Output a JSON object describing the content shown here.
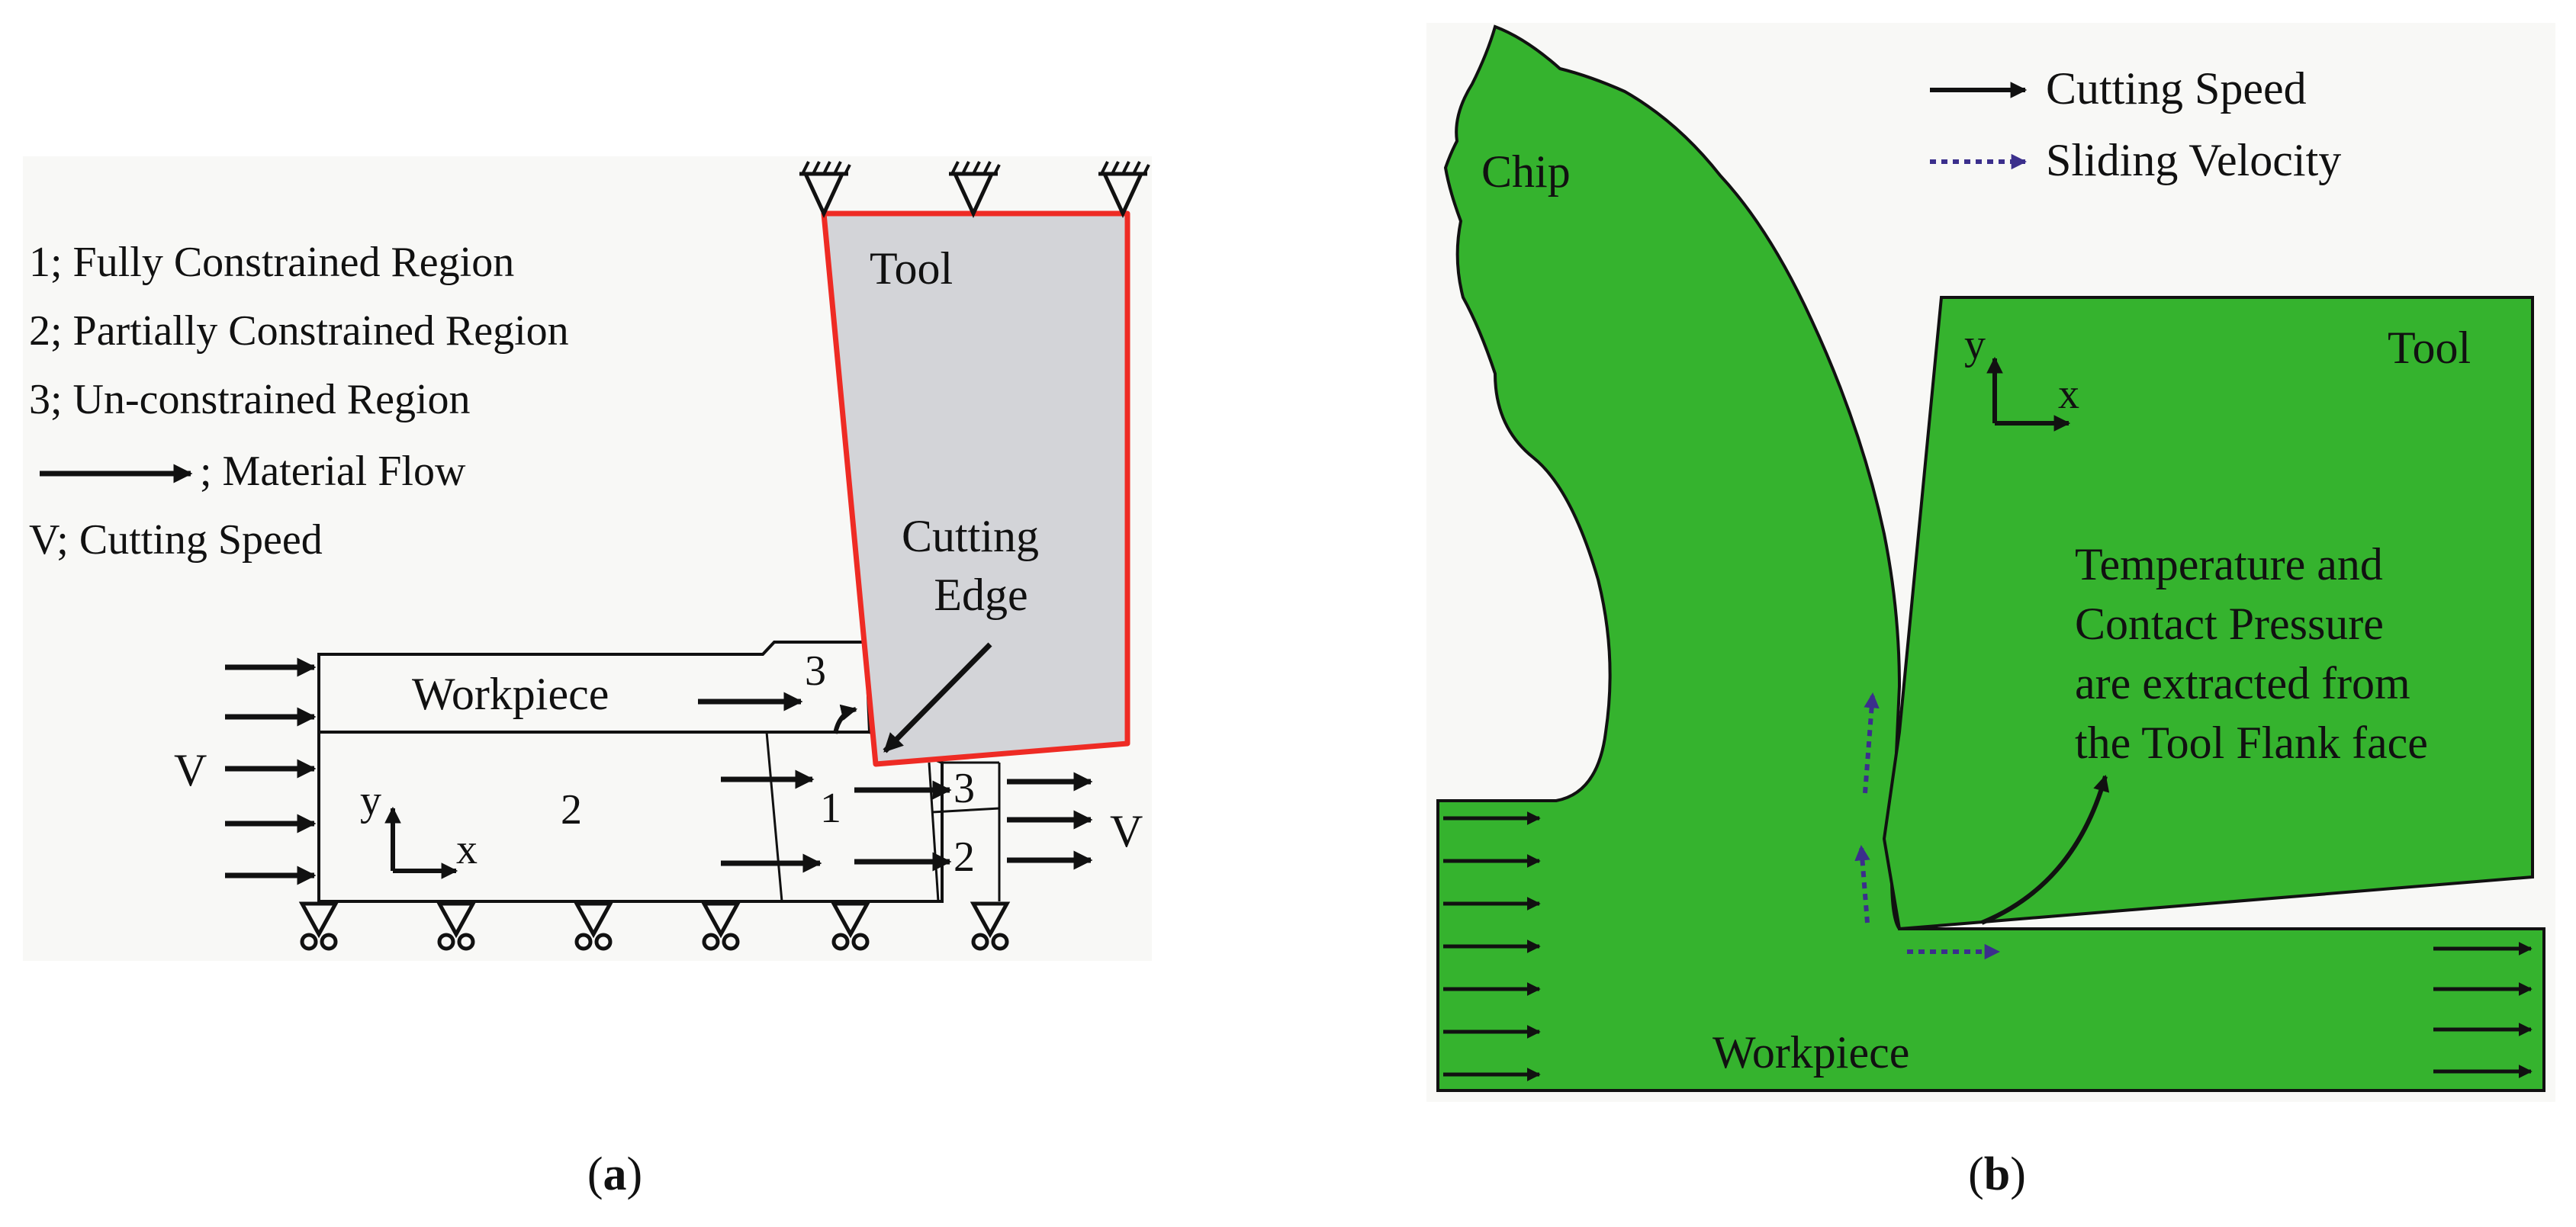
{
  "panel_a": {
    "legend": {
      "item1": "1; Fully Constrained Region",
      "item2": "2; Partially Constrained Region",
      "item3": "3; Un-constrained Region",
      "item4": "; Material Flow",
      "item5": "V; Cutting Speed"
    },
    "labels": {
      "tool": "Tool",
      "cutting_edge_line1": "Cutting",
      "cutting_edge_line2": "Edge",
      "workpiece": "Workpiece",
      "v_left": "V",
      "v_right": "V",
      "region_2_main": "2",
      "region_1": "1",
      "region_3_top": "3",
      "region_3_right": "3",
      "region_2_right": "2",
      "axis_y": "y",
      "axis_x": "x"
    },
    "caption_open": "(",
    "caption_letter": "a",
    "caption_close": ")",
    "colors": {
      "tool_fill": "#d3d4d8",
      "tool_outline": "#ee2b24",
      "background": "#f8f8f6"
    }
  },
  "panel_b": {
    "legend": {
      "cutting_speed": "Cutting Speed",
      "sliding_velocity": "Sliding  Velocity"
    },
    "labels": {
      "chip": "Chip",
      "tool": "Tool",
      "workpiece": "Workpiece",
      "axis_y": "y",
      "axis_x": "x",
      "note_line1": "Temperature and",
      "note_line2": "Contact Pressure",
      "note_line3": "are extracted from",
      "note_line4": "the Tool Flank face"
    },
    "caption_open": "(",
    "caption_letter": "b",
    "caption_close": ")",
    "colors": {
      "body_fill": "#35b32e",
      "sliding_arrow": "#3b2f8c",
      "background": "#f8f8f6"
    }
  }
}
